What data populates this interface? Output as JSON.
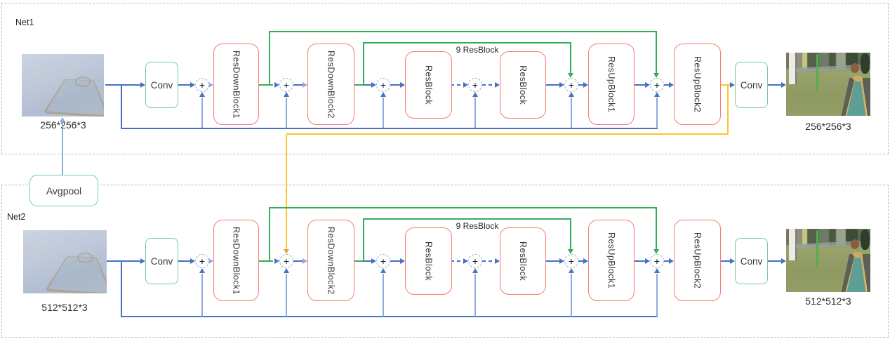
{
  "colors": {
    "blue": "#4472C4",
    "lightblue": "#8FAADC",
    "green": "#33AE5C",
    "boxgreen": "#7BCB96",
    "red": "#F97B72",
    "yellow": "#FFC233",
    "orange": "#E8A33D",
    "dash": "#BDBDBD",
    "ink": "#3A3A3A"
  },
  "sym": {
    "plus": "+"
  },
  "blocks": {
    "conv": "Conv",
    "resdown1": "ResDownBlock1",
    "resdown2": "ResDownBlock2",
    "resblock": "ResBlock",
    "resup1": "ResUpBlock1",
    "resup2": "ResUpBlock2",
    "avgpool": "Avgpool",
    "note": "9 ResBlock"
  },
  "net1": {
    "label": "Net1",
    "input_size": "256*256*3",
    "output_size": "256*256*3"
  },
  "net2": {
    "label": "Net2",
    "input_size": "512*512*3",
    "output_size": "512*512*3"
  }
}
